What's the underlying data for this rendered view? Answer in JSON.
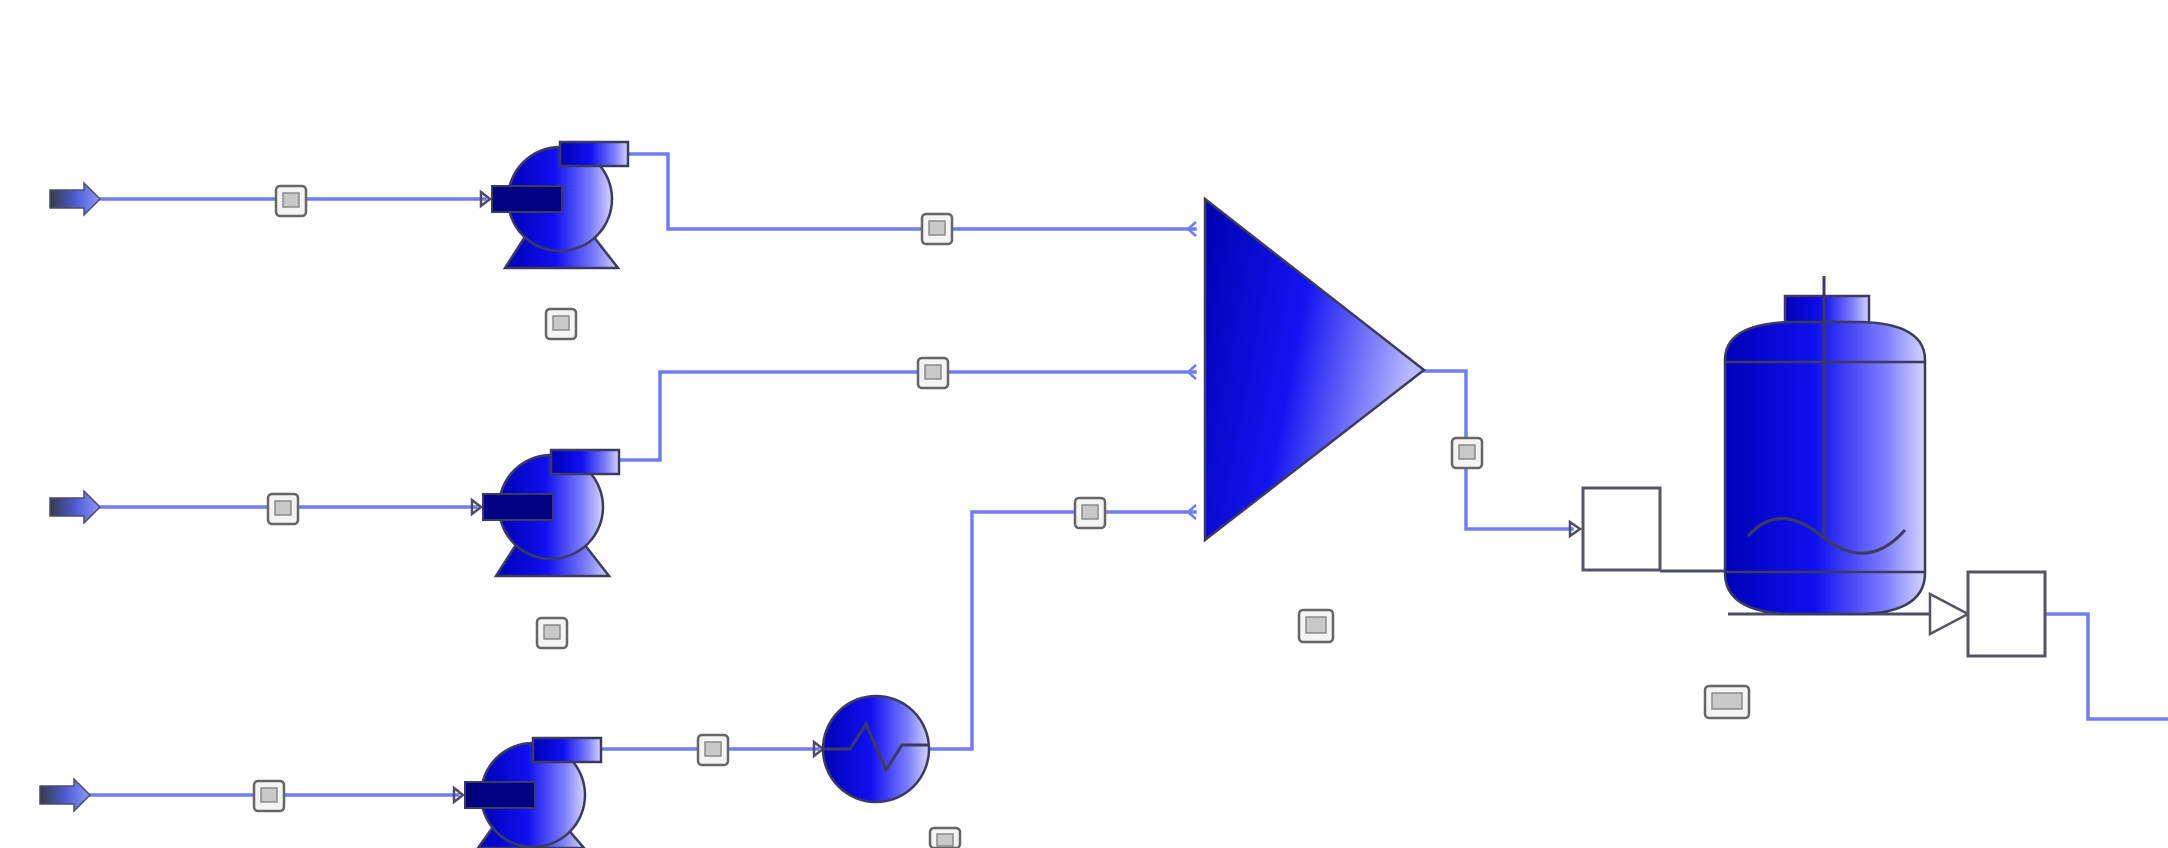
{
  "diagram": {
    "colors": {
      "background": "#ffffff",
      "stream_line": "#6f7ff2",
      "equipment_dark": "#0000c0",
      "equipment_light": "#c8c8ff",
      "outline": "#3b3b60",
      "tag_border": "#666666"
    },
    "equipment": [
      {
        "id": "feed-1",
        "icon": "feed-arrow-icon"
      },
      {
        "id": "feed-2",
        "icon": "feed-arrow-icon"
      },
      {
        "id": "feed-3",
        "icon": "feed-arrow-icon"
      },
      {
        "id": "pump-1",
        "icon": "centrifugal-pump-icon"
      },
      {
        "id": "pump-2",
        "icon": "centrifugal-pump-icon"
      },
      {
        "id": "pump-3",
        "icon": "centrifugal-pump-icon"
      },
      {
        "id": "heat-exchanger",
        "icon": "heat-exchanger-icon"
      },
      {
        "id": "mixer",
        "icon": "mixer-triangle-icon"
      },
      {
        "id": "valve-box-1",
        "icon": "valve-box-icon"
      },
      {
        "id": "vessel",
        "icon": "storage-vessel-icon"
      },
      {
        "id": "valve-box-2",
        "icon": "valve-box-icon"
      }
    ],
    "stream_tags": 8,
    "unit_tags": 5
  }
}
